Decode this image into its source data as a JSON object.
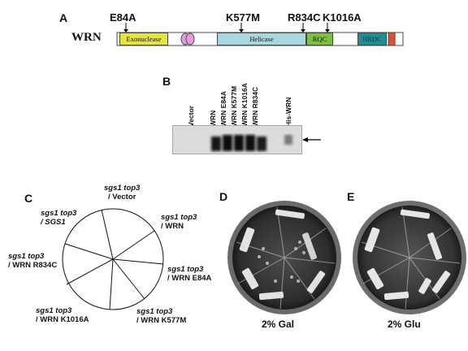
{
  "panel_a": {
    "letter": "A",
    "protein": "WRN",
    "mutations": [
      "E84A",
      "K577M",
      "R834C",
      "K1016A"
    ],
    "domains": {
      "exonuclease": "Exonuclease",
      "helicase": "Helicase",
      "rqc": "RQC",
      "hrdc": "HRDC"
    },
    "colors": {
      "exonuclease": "#e6e53a",
      "acidic": "#e59be0",
      "helicase": "#a8d8df",
      "rqc": "#7ac142",
      "hrdc": "#1f8f95",
      "nls": "#e0502a"
    }
  },
  "panel_b": {
    "letter": "B",
    "lanes": [
      "Vector",
      "WRN",
      "WRN E84A",
      "WRN K577M",
      "WRN K1016A",
      "WRN R834C",
      "His-WRN"
    ]
  },
  "panel_c": {
    "letter": "C",
    "strain": "sgs1 top3",
    "sectors": [
      {
        "strain": "sgs1 top3",
        "plasmid": "/ Vector"
      },
      {
        "strain": "sgs1 top3",
        "plasmid": "/ WRN"
      },
      {
        "strain": "sgs1 top3",
        "plasmid": "/ WRN E84A"
      },
      {
        "strain": "sgs1 top3",
        "plasmid": "/ WRN K577M"
      },
      {
        "strain": "sgs1 top3",
        "plasmid": "/ WRN K1016A"
      },
      {
        "strain": "sgs1 top3",
        "plasmid": "/ WRN R834C"
      },
      {
        "strain": "sgs1 top3",
        "plasmid": "/ SGS1"
      }
    ]
  },
  "panel_d": {
    "letter": "D",
    "label": "2% Gal"
  },
  "panel_e": {
    "letter": "E",
    "label": "2% Glu"
  }
}
